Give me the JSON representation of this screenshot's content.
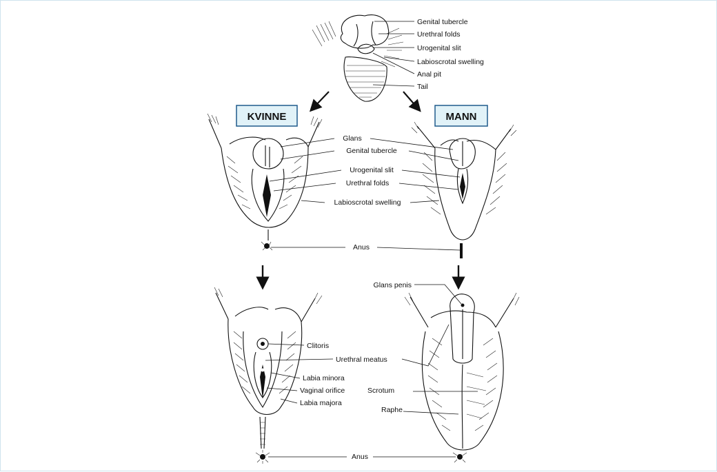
{
  "boxes": {
    "female": "KVINNE",
    "male": "MANN"
  },
  "top_labels": [
    "Genital tubercle",
    "Urethral folds",
    "Urogenital slit",
    "Labioscrotal swelling",
    "Anal pit",
    "Tail"
  ],
  "middle_labels": [
    "Glans",
    "Genital tubercle",
    "Urogenital slit",
    "Urethral folds",
    "Labioscrotal swelling",
    "Anus"
  ],
  "female_labels": [
    "Clitoris",
    "Urethral meatus",
    "Labia minora",
    "Vaginal orifice",
    "Labia majora"
  ],
  "male_labels": [
    "Glans penis",
    "Scrotum",
    "Raphe"
  ],
  "bottom_labels": [
    "Anus"
  ],
  "colors": {
    "box_fill": "#e1f2f8",
    "box_border": "#1f5a8c",
    "frame_border": "#cfe3ee"
  }
}
